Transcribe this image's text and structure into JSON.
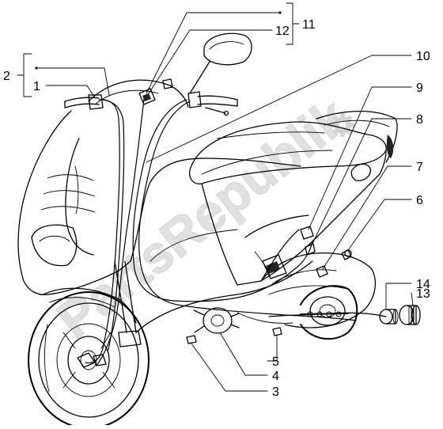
{
  "watermark": {
    "text": "PartsRepublik"
  },
  "callouts": [
    {
      "id": "1",
      "label": "1"
    },
    {
      "id": "2",
      "label": "2"
    },
    {
      "id": "3",
      "label": "3"
    },
    {
      "id": "4",
      "label": "4"
    },
    {
      "id": "5",
      "label": "5"
    },
    {
      "id": "6",
      "label": "6"
    },
    {
      "id": "7",
      "label": "7"
    },
    {
      "id": "8",
      "label": "8"
    },
    {
      "id": "9",
      "label": "9"
    },
    {
      "id": "10",
      "label": "10"
    },
    {
      "id": "11",
      "label": "11"
    },
    {
      "id": "12",
      "label": "12"
    },
    {
      "id": "13",
      "label": "13"
    },
    {
      "id": "14",
      "label": "14"
    }
  ]
}
